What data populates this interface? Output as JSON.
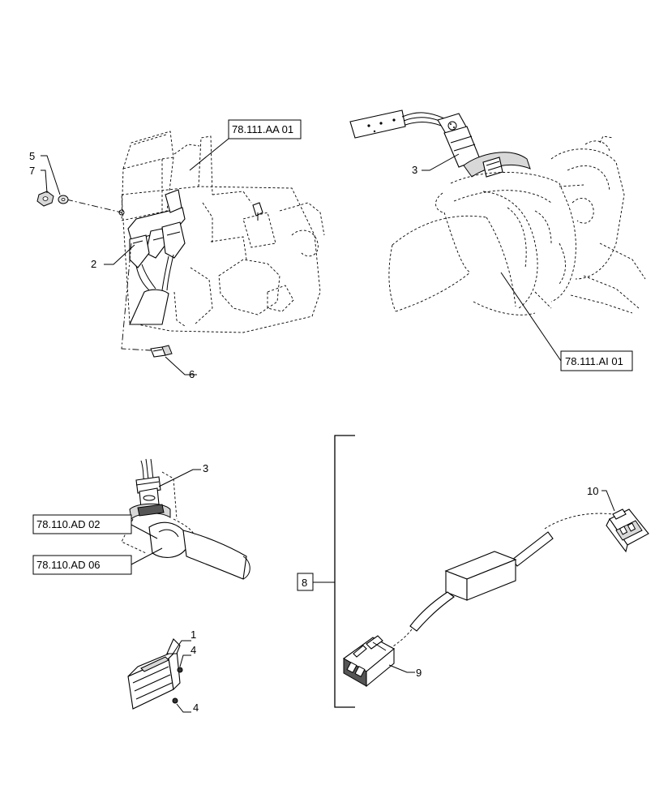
{
  "callouts": {
    "c1": "1",
    "c2": "2",
    "c3a": "3",
    "c3b": "3",
    "c4a": "4",
    "c4b": "4",
    "c5": "5",
    "c6": "6",
    "c7": "7",
    "c8": "8",
    "c9": "9",
    "c10": "10"
  },
  "references": {
    "ref_aa01": "78.111.AA 01",
    "ref_ai01": "78.111.AI 01",
    "ref_ad02": "78.110.AD 02",
    "ref_ad06": "78.110.AD 06"
  }
}
